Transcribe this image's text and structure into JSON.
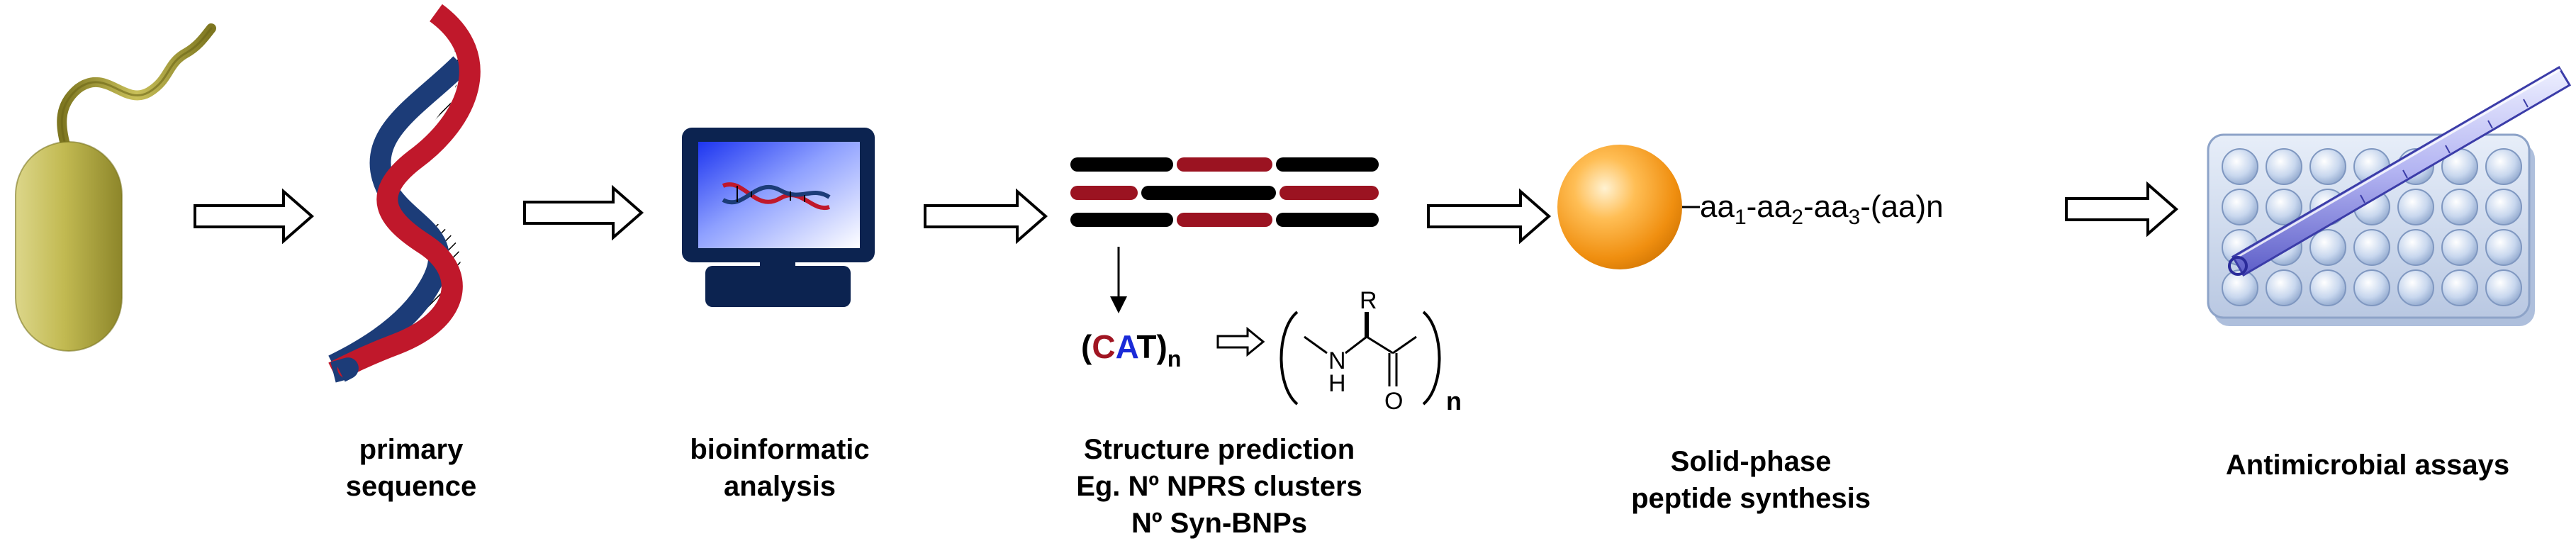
{
  "steps": [
    {
      "id": "bacterium",
      "icon": "bacterium-icon",
      "label_lines": []
    },
    {
      "id": "dna",
      "icon": "dna-helix-icon",
      "label_lines": [
        "primary",
        "sequence"
      ]
    },
    {
      "id": "computer",
      "icon": "computer-monitor-icon",
      "label_lines": [
        "bioinformatic",
        "analysis"
      ]
    },
    {
      "id": "gene-cluster",
      "icon": "gene-cluster-icon",
      "label_lines": [
        "Structure prediction",
        "Eg. Nº NPRS clusters",
        "Nº Syn-BNPs"
      ]
    },
    {
      "id": "resin",
      "icon": "resin-bead-icon",
      "label_lines": [
        "Solid-phase",
        "peptide synthesis"
      ]
    },
    {
      "id": "plate",
      "icon": "well-plate-pipette-icon",
      "label_lines": [
        "Antimicrobial assays"
      ]
    }
  ],
  "codon": {
    "open": "(",
    "c": "C",
    "a": "A",
    "t": "T",
    "close": ")",
    "subscript": "n"
  },
  "amino_acid": {
    "side_chain": "R",
    "amine": "H",
    "nitrogen": "N",
    "oxygen": "O",
    "repeat": "n"
  },
  "peptide": {
    "aa": "aa",
    "s1": "1",
    "s2": "2",
    "s3": "3",
    "tail": "-(aa)n"
  },
  "colors": {
    "dna_red": "#c0182b",
    "dna_blue": "#1c3c78",
    "gene_black": "#000000",
    "gene_red": "#9b1321",
    "codon_c": "#a01522",
    "codon_a": "#1a2ad8",
    "monitor_dark": "#0c2350",
    "bead_orange": "#f59a1a",
    "plate_blue": "#c7d6ee",
    "bacterium": "#b9b045"
  }
}
